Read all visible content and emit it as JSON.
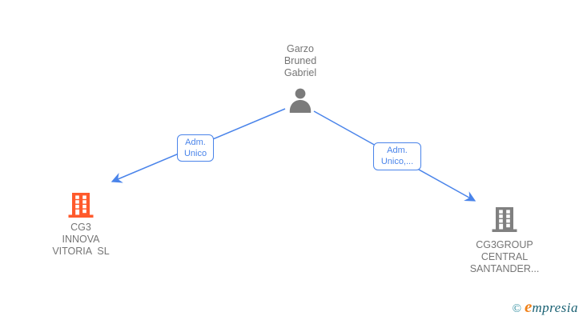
{
  "diagram": {
    "person": {
      "name": "Garzo Bruned Gabriel",
      "lines": [
        "Garzo",
        "Bruned",
        "Gabriel"
      ]
    },
    "edges": [
      {
        "side": "left",
        "label": "Adm. Unico",
        "lines": [
          "Adm.",
          "Unico"
        ]
      },
      {
        "side": "right",
        "label": "Adm. Unico,...",
        "lines": [
          "Adm.",
          "Unico,..."
        ]
      }
    ],
    "companies": [
      {
        "name": "CG3 INNOVA VITORIA SL",
        "lines": [
          "CG3",
          "INNOVA",
          "VITORIA  SL"
        ],
        "icon_color": "#ff5a2c"
      },
      {
        "name": "CG3GROUP CENTRAL SANTANDER...",
        "lines": [
          "CG3GROUP",
          "CENTRAL",
          "SANTANDER..."
        ],
        "icon_color": "#808080"
      }
    ]
  },
  "watermark": {
    "copyright": "©",
    "brand_initial": "e",
    "brand_rest": "mpresia"
  },
  "colors": {
    "edge_blue": "#4a84ea",
    "node_text_gray": "#757575",
    "person_icon_gray": "#7b7b7b",
    "company_left_orange": "#ff5a2c",
    "company_right_gray": "#808080",
    "watermark_teal": "#1a6173",
    "watermark_copy_teal": "#2d8c9e",
    "watermark_orange": "#f08119"
  }
}
